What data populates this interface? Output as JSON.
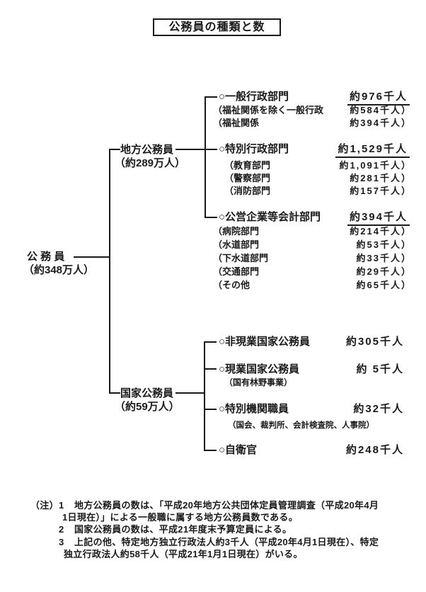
{
  "title": "公務員の種類と数",
  "tree": {
    "root": {
      "label": "公 務 員",
      "count": "（約348万人）"
    },
    "local": {
      "label": "地方公務員",
      "count": "（約289万人）",
      "items": [
        {
          "label": "○一般行政部門",
          "value": "約976千人",
          "children": [
            {
              "label": "（福祉関係を除く一般行政",
              "value": "約584千人）"
            },
            {
              "label": "（福祉関係",
              "value": "約394千人）"
            }
          ]
        },
        {
          "label": "○特別行政部門",
          "value": "約1,529千人",
          "children": [
            {
              "label": "（教育部門",
              "value": "約1,091千人）"
            },
            {
              "label": "（警察部門",
              "value": "約281千人）"
            },
            {
              "label": "（消防部門",
              "value": "約157千人）"
            }
          ]
        },
        {
          "label": "○公営企業等会計部門",
          "value": "約394千人",
          "children": [
            {
              "label": "（病院部門",
              "value": "約214千人）"
            },
            {
              "label": "（水道部門",
              "value": "約53千人）"
            },
            {
              "label": "（下水道部門",
              "value": "約33千人）"
            },
            {
              "label": "（交通部門",
              "value": "約29千人）"
            },
            {
              "label": "（その他",
              "value": "約65千人）"
            }
          ]
        }
      ]
    },
    "national": {
      "label": "国家公務員",
      "count": "（約59万人）",
      "items": [
        {
          "label": "○非現業国家公務員",
          "value": "約305千人"
        },
        {
          "label": "○現業国家公務員",
          "value": "約 5千人",
          "note": "（国有林野事業）"
        },
        {
          "label": "○特別機関職員",
          "value": "約32千人",
          "note": "（国会、裁判所、会計検査院、人事院）"
        },
        {
          "label": "○自衛官",
          "value": "約248千人"
        }
      ]
    }
  },
  "notes": {
    "marker": "（注）",
    "items": [
      {
        "num": "1",
        "line1": "地方公務員の数は、「平成20年地方公共団体定員管理調査（平成20年4月",
        "line2": "1日現在）」による一般職に属する地方公務員数である。"
      },
      {
        "num": "2",
        "line1": "国家公務員の数は、平成21年度末予算定員による。"
      },
      {
        "num": "3",
        "line1": "上記の他、特定地方独立行政法人約3千人（平成20年4月1日現在）、特定",
        "line2": "独立行政法人約58千人（平成21年1月1日現在）がいる。"
      }
    ]
  },
  "colors": {
    "ink": "#1a1a1a",
    "background": "#ffffff"
  }
}
